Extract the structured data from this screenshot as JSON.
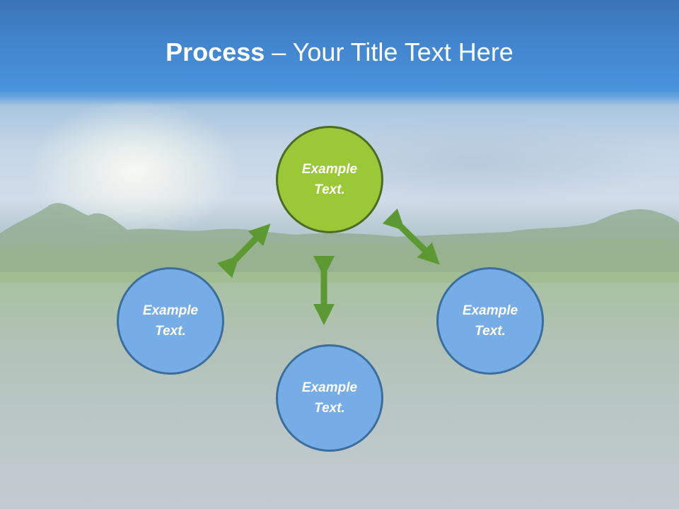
{
  "slide": {
    "title_bold": "Process",
    "title_rest": " – Your Title Text Here"
  },
  "nodes": {
    "top": "Example Text.",
    "left": "Example Text.",
    "right": "Example Text.",
    "bottom": "Example Text."
  },
  "colors": {
    "header": "#4286cf",
    "center_node": "#9ac836",
    "center_node_border": "#4d6b24",
    "outer_node": "#76ade6",
    "outer_node_border": "#3c6e9d",
    "arrow": "#5d9932",
    "text": "#ffffff"
  },
  "icons": {
    "connector": "double-headed-arrow"
  }
}
